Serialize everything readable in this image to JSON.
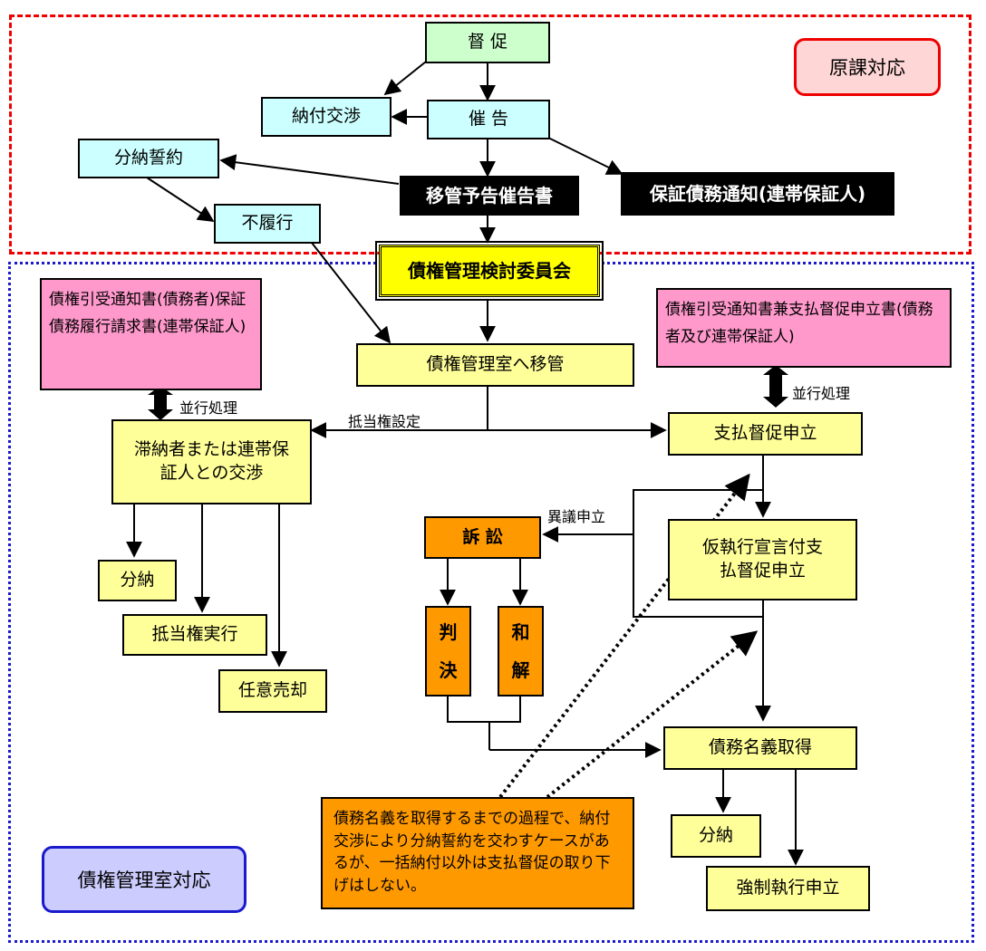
{
  "title_badges": {
    "genka": "原課対応",
    "saiken_room": "債権管理室対応"
  },
  "nodes": {
    "tokusoku": "督 促",
    "saikoku": "催 告",
    "noufu_kousho": "納付交渉",
    "bunnou_seiyaku": "分納誓約",
    "furikou": "不履行",
    "ikan_yokoku": "移管予告催告書",
    "hosho_tsuchi": "保証債務通知(連帯保証人)",
    "iinkai": "債権管理検討委員会",
    "ikan": "債権管理室へ移管",
    "left_notice": "債権引受通知書(債務者)保証債務履行請求書(連帯保証人)",
    "right_notice": "債権引受通知書兼支払督促申立書(債務者及び連帯保証人)",
    "heikou_left": "並行処理",
    "heikou_right": "並行処理",
    "teitouken_settei": "抵当権設定",
    "kousho": "滞納者または連帯保証人との交渉",
    "shiharai_tokusoku": "支払督促申立",
    "igi": "異議申立",
    "sosho": "訴 訟",
    "kari_shikkou": "仮執行宣言付支払督促申立",
    "hanketsu": "判決",
    "wakai": "和解",
    "bunnou_left": "分納",
    "teitouken_jikkou": "抵当権実行",
    "nini_baikyaku": "任意売却",
    "saimu_meigi": "債務名義取得",
    "bunnou_right": "分納",
    "kyousei_shikkou": "強制執行申立",
    "note": "債務名義を取得するまでの過程で、納付交渉により分納誓約を交わすケースがあるが、一括納付以外は支払督促の取り下げはしない。"
  }
}
